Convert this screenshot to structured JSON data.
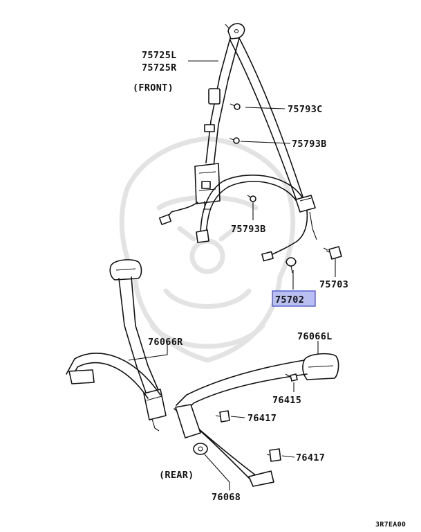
{
  "callouts": {
    "upper_front_belt_left": "75725L",
    "upper_front_belt_right": "75725R",
    "front_section": "(FRONT)",
    "clip_c": "75793C",
    "clip_b_upper": "75793B",
    "clip_b_lower": "75793B",
    "bolt_75703": "75703",
    "highlighted_part": "75702",
    "rear_belt_right": "76066R",
    "rear_belt_left": "76066L",
    "clip_76415": "76415",
    "bolt_76417_upper": "76417",
    "bolt_76417_lower": "76417",
    "rear_section": "(REAR)",
    "rear_buckle": "76068",
    "diagram_code": "3R7EA00"
  },
  "colors": {
    "highlight_fill": "#b9bff0",
    "highlight_border": "#3d46c7",
    "line": "#111111"
  }
}
